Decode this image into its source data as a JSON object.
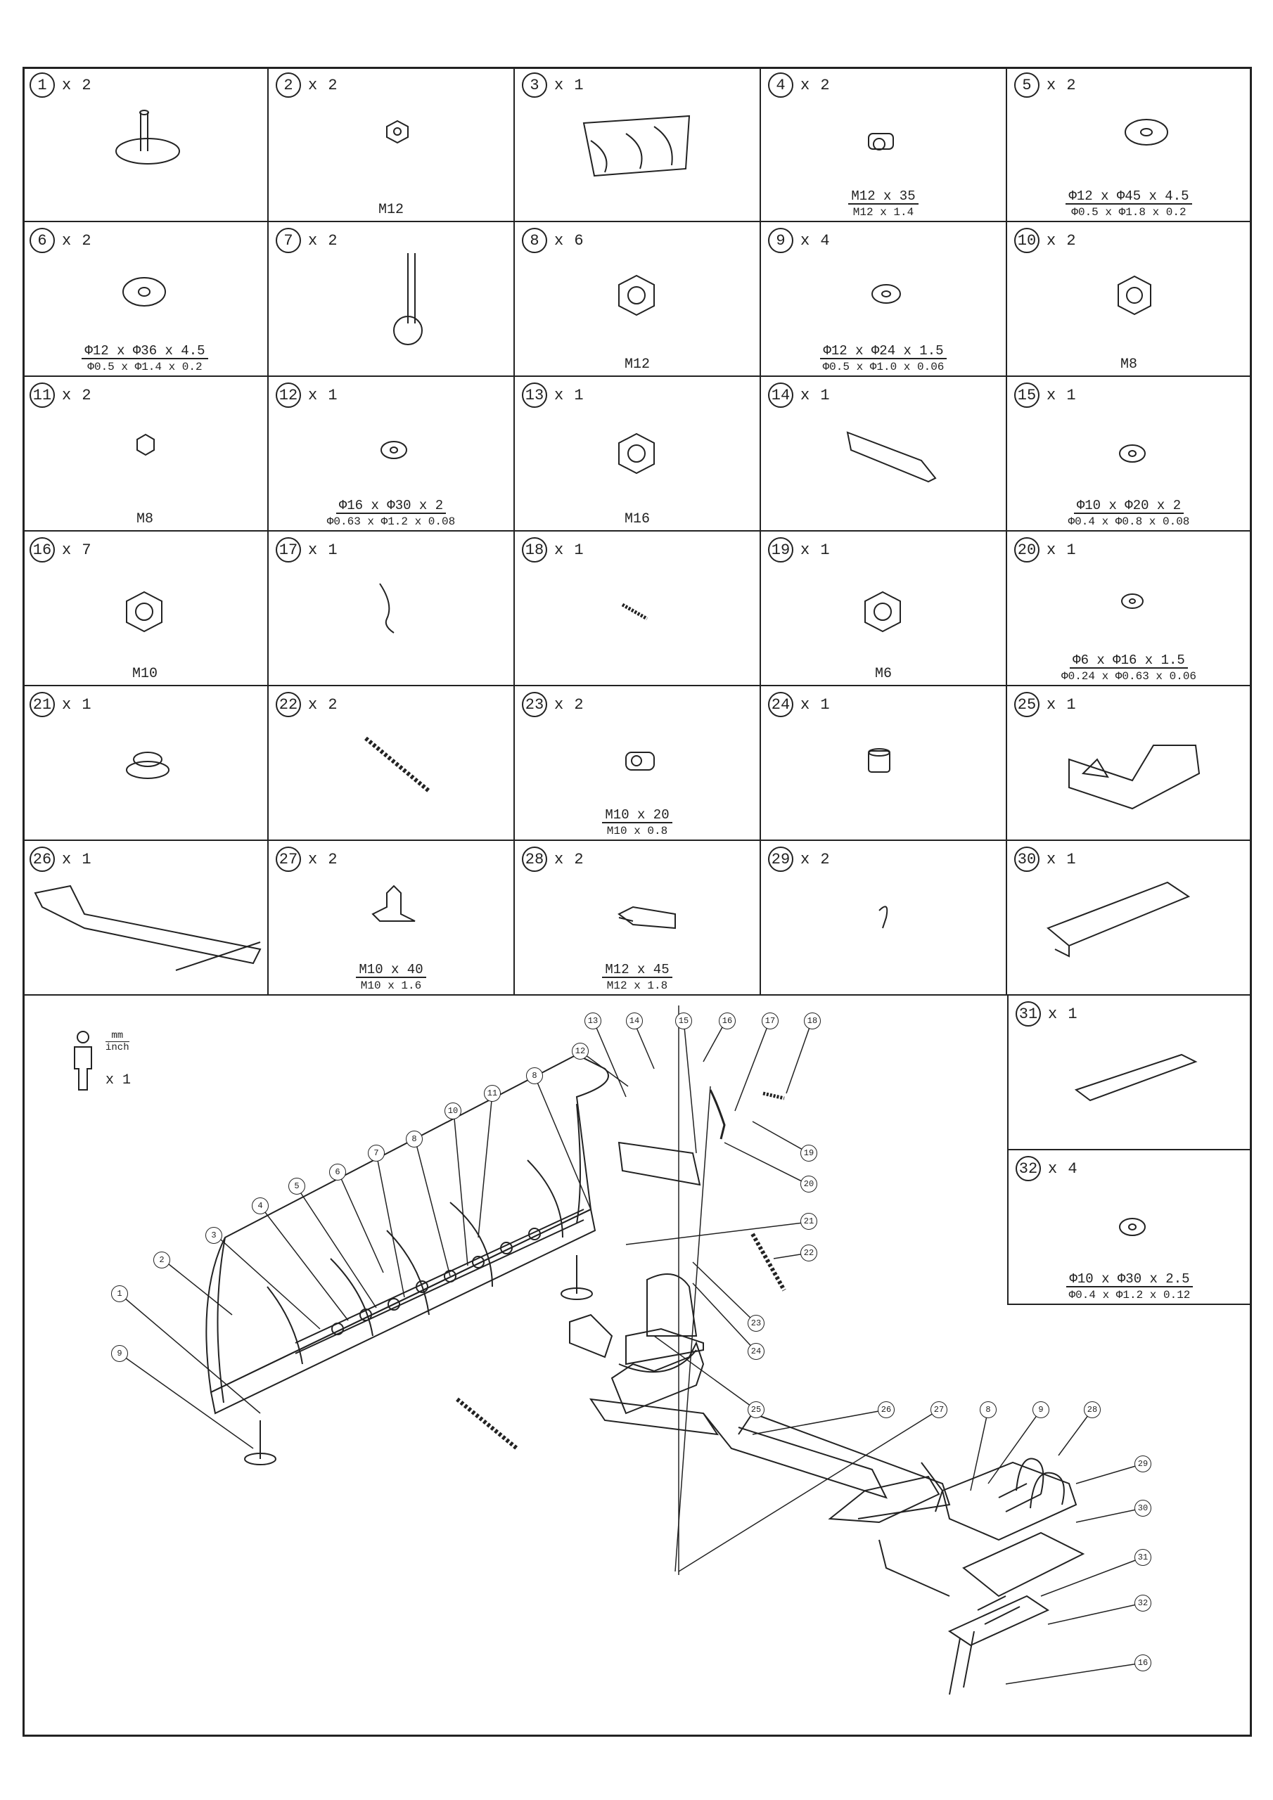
{
  "parts": [
    {
      "num": "1",
      "qty": "x 2",
      "spec": ""
    },
    {
      "num": "2",
      "qty": "x 2",
      "spec": "M12"
    },
    {
      "num": "3",
      "qty": "x 1",
      "spec": ""
    },
    {
      "num": "4",
      "qty": "x 2",
      "spec_top": "M12 x 35",
      "spec_bottom": "M12 x 1.4"
    },
    {
      "num": "5",
      "qty": "x 2",
      "spec_top": "Φ12 x Φ45 x 4.5",
      "spec_bottom": "Φ0.5 x Φ1.8 x 0.2"
    },
    {
      "num": "6",
      "qty": "x 2",
      "spec_top": "Φ12 x Φ36 x 4.5",
      "spec_bottom": "Φ0.5 x Φ1.4 x 0.2"
    },
    {
      "num": "7",
      "qty": "x 2",
      "spec": ""
    },
    {
      "num": "8",
      "qty": "x 6",
      "spec": "M12"
    },
    {
      "num": "9",
      "qty": "x 4",
      "spec_top": "Φ12 x Φ24 x 1.5",
      "spec_bottom": "Φ0.5 x Φ1.0 x 0.06"
    },
    {
      "num": "10",
      "qty": "x 2",
      "spec": "M8"
    },
    {
      "num": "11",
      "qty": "x 2",
      "spec": "M8"
    },
    {
      "num": "12",
      "qty": "x 1",
      "spec_top": "Φ16 x Φ30 x 2",
      "spec_bottom": "Φ0.63 x Φ1.2 x 0.08"
    },
    {
      "num": "13",
      "qty": "x 1",
      "spec": "M16"
    },
    {
      "num": "14",
      "qty": "x 1",
      "spec": ""
    },
    {
      "num": "15",
      "qty": "x 1",
      "spec_top": "Φ10 x Φ20 x 2",
      "spec_bottom": "Φ0.4 x Φ0.8 x 0.08"
    },
    {
      "num": "16",
      "qty": "x 7",
      "spec": "M10"
    },
    {
      "num": "17",
      "qty": "x 1",
      "spec": ""
    },
    {
      "num": "18",
      "qty": "x 1",
      "spec": ""
    },
    {
      "num": "19",
      "qty": "x 1",
      "spec": "M6"
    },
    {
      "num": "20",
      "qty": "x 1",
      "spec_top": "Φ6 x Φ16 x 1.5",
      "spec_bottom": "Φ0.24 x Φ0.63 x 0.06"
    },
    {
      "num": "21",
      "qty": "x 1",
      "spec": ""
    },
    {
      "num": "22",
      "qty": "x 2",
      "spec": ""
    },
    {
      "num": "23",
      "qty": "x 2",
      "spec_top": "M10 x 20",
      "spec_bottom": "M10 x 0.8"
    },
    {
      "num": "24",
      "qty": "x 1",
      "spec": ""
    },
    {
      "num": "25",
      "qty": "x 1",
      "spec": ""
    },
    {
      "num": "26",
      "qty": "x 1",
      "spec": ""
    },
    {
      "num": "27",
      "qty": "x 2",
      "spec_top": "M10 x 40",
      "spec_bottom": "M10 x 1.6"
    },
    {
      "num": "28",
      "qty": "x 2",
      "spec_top": "M12 x 45",
      "spec_bottom": "M12 x 1.8"
    },
    {
      "num": "29",
      "qty": "x 2",
      "spec": ""
    },
    {
      "num": "30",
      "qty": "x 1",
      "spec": ""
    },
    {
      "num": "31",
      "qty": "x 1",
      "spec": ""
    },
    {
      "num": "32",
      "qty": "x 4",
      "spec_top": "Φ10 x Φ30 x 2.5",
      "spec_bottom": "Φ0.4 x Φ1.2 x 0.12"
    }
  ],
  "legend": {
    "unit_top": "mm",
    "unit_bottom": "inch",
    "persons": "x 1"
  },
  "callouts": [
    "13",
    "14",
    "15",
    "16",
    "17",
    "18",
    "12",
    "11",
    "10",
    "8",
    "8",
    "7",
    "6",
    "5",
    "4",
    "3",
    "2",
    "1",
    "9",
    "19",
    "20",
    "21",
    "22",
    "23",
    "24",
    "25",
    "26",
    "27",
    "8",
    "9",
    "28",
    "29",
    "30",
    "31",
    "32",
    "16"
  ]
}
